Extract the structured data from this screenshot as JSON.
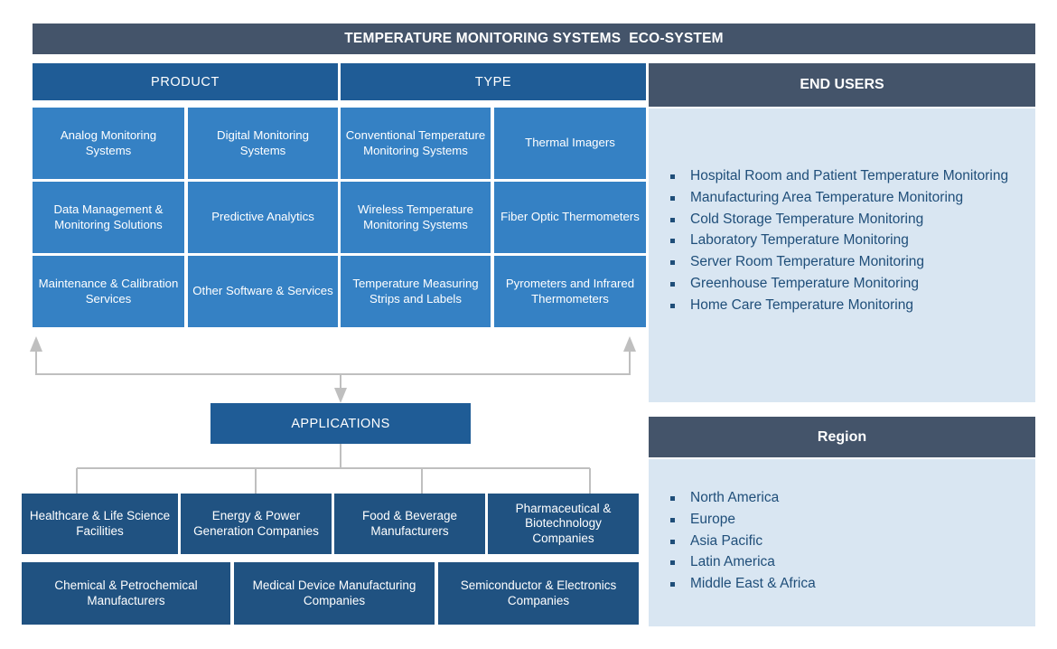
{
  "title": "TEMPERATURE MONITORING SYSTEMS  ECO-SYSTEM",
  "colors": {
    "header_dark": "#44546a",
    "section_blue": "#1f5c96",
    "cell_blue": "#3581c4",
    "app_blue": "#205281",
    "panel_body": "#d9e6f2",
    "panel_text": "#1f4e79",
    "connector_gray": "#bfbfbf"
  },
  "sections": {
    "product": {
      "header": "PRODUCT",
      "items": [
        "Analog Monitoring Systems",
        "Digital Monitoring Systems",
        "Data Management & Monitoring Solutions",
        "Predictive Analytics",
        "Maintenance & Calibration Services",
        "Other Software & Services"
      ]
    },
    "type": {
      "header": "TYPE",
      "items": [
        "Conventional Temperature Monitoring Systems",
        "Thermal Imagers",
        "Wireless Temperature Monitoring Systems",
        "Fiber Optic Thermometers",
        "Temperature Measuring Strips and Labels",
        "Pyrometers and Infrared Thermometers"
      ]
    }
  },
  "applications": {
    "header": "APPLICATIONS",
    "items": [
      "Healthcare & Life Science Facilities",
      "Energy & Power Generation Companies",
      "Food & Beverage Manufacturers",
      "Pharmaceutical & Biotechnology Companies",
      "Chemical & Petrochemical Manufacturers",
      "Medical Device Manufacturing Companies",
      "Semiconductor & Electronics Companies"
    ]
  },
  "end_users": {
    "header": "END USERS",
    "items": [
      "Hospital Room and Patient Temperature Monitoring",
      "Manufacturing Area Temperature Monitoring",
      "Cold Storage Temperature Monitoring",
      "Laboratory Temperature Monitoring",
      "Server Room Temperature Monitoring",
      "Greenhouse Temperature Monitoring",
      "Home Care Temperature Monitoring"
    ]
  },
  "region": {
    "header": "Region",
    "items": [
      "North America",
      "Europe",
      "Asia Pacific",
      "Latin America",
      "Middle East & Africa"
    ]
  }
}
